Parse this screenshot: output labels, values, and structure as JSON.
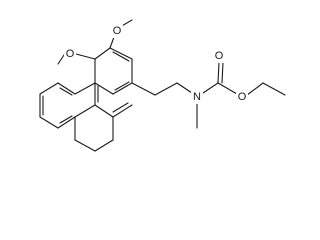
{
  "structure": {
    "atoms": [
      {
        "id": "O1",
        "label": "O"
      },
      {
        "id": "O2",
        "label": "O"
      },
      {
        "id": "N",
        "label": "N"
      },
      {
        "id": "O3",
        "label": "O"
      },
      {
        "id": "O4",
        "label": "O"
      }
    ]
  }
}
